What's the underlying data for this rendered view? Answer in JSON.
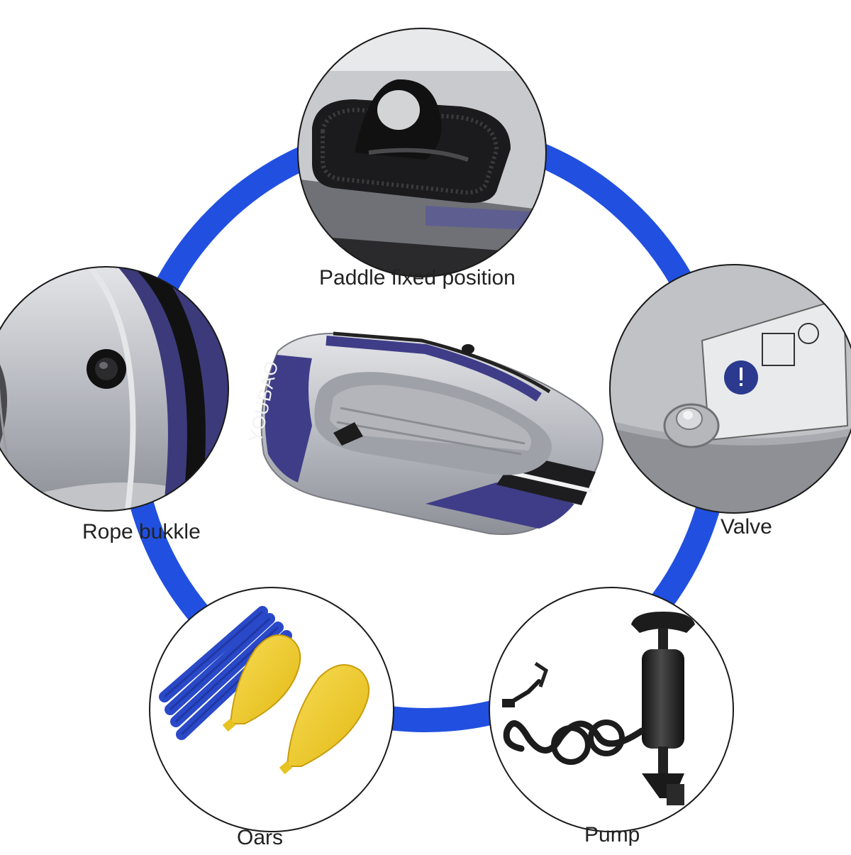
{
  "colors": {
    "ring": "#2150e0",
    "circle_border": "#1a1a1a",
    "boat_grey": "#b9bcc2",
    "boat_purple": "#3f3d88",
    "oar_blue": "#2a49c9",
    "oar_yellow": "#f1cf2c",
    "pump_black": "#1c1c1c"
  },
  "boat": {
    "brand_text": "YOUBAO"
  },
  "callouts": [
    {
      "id": "paddle",
      "label": "Paddle fixed position",
      "icon": "paddle-holder-icon"
    },
    {
      "id": "rope",
      "label": "Rope bukkle",
      "icon": "rope-buckle-icon"
    },
    {
      "id": "valve",
      "label": "Valve",
      "icon": "air-valve-icon"
    },
    {
      "id": "oars",
      "label": "Oars",
      "icon": "oars-icon"
    },
    {
      "id": "pump",
      "label": "Pump",
      "icon": "hand-pump-icon"
    }
  ]
}
